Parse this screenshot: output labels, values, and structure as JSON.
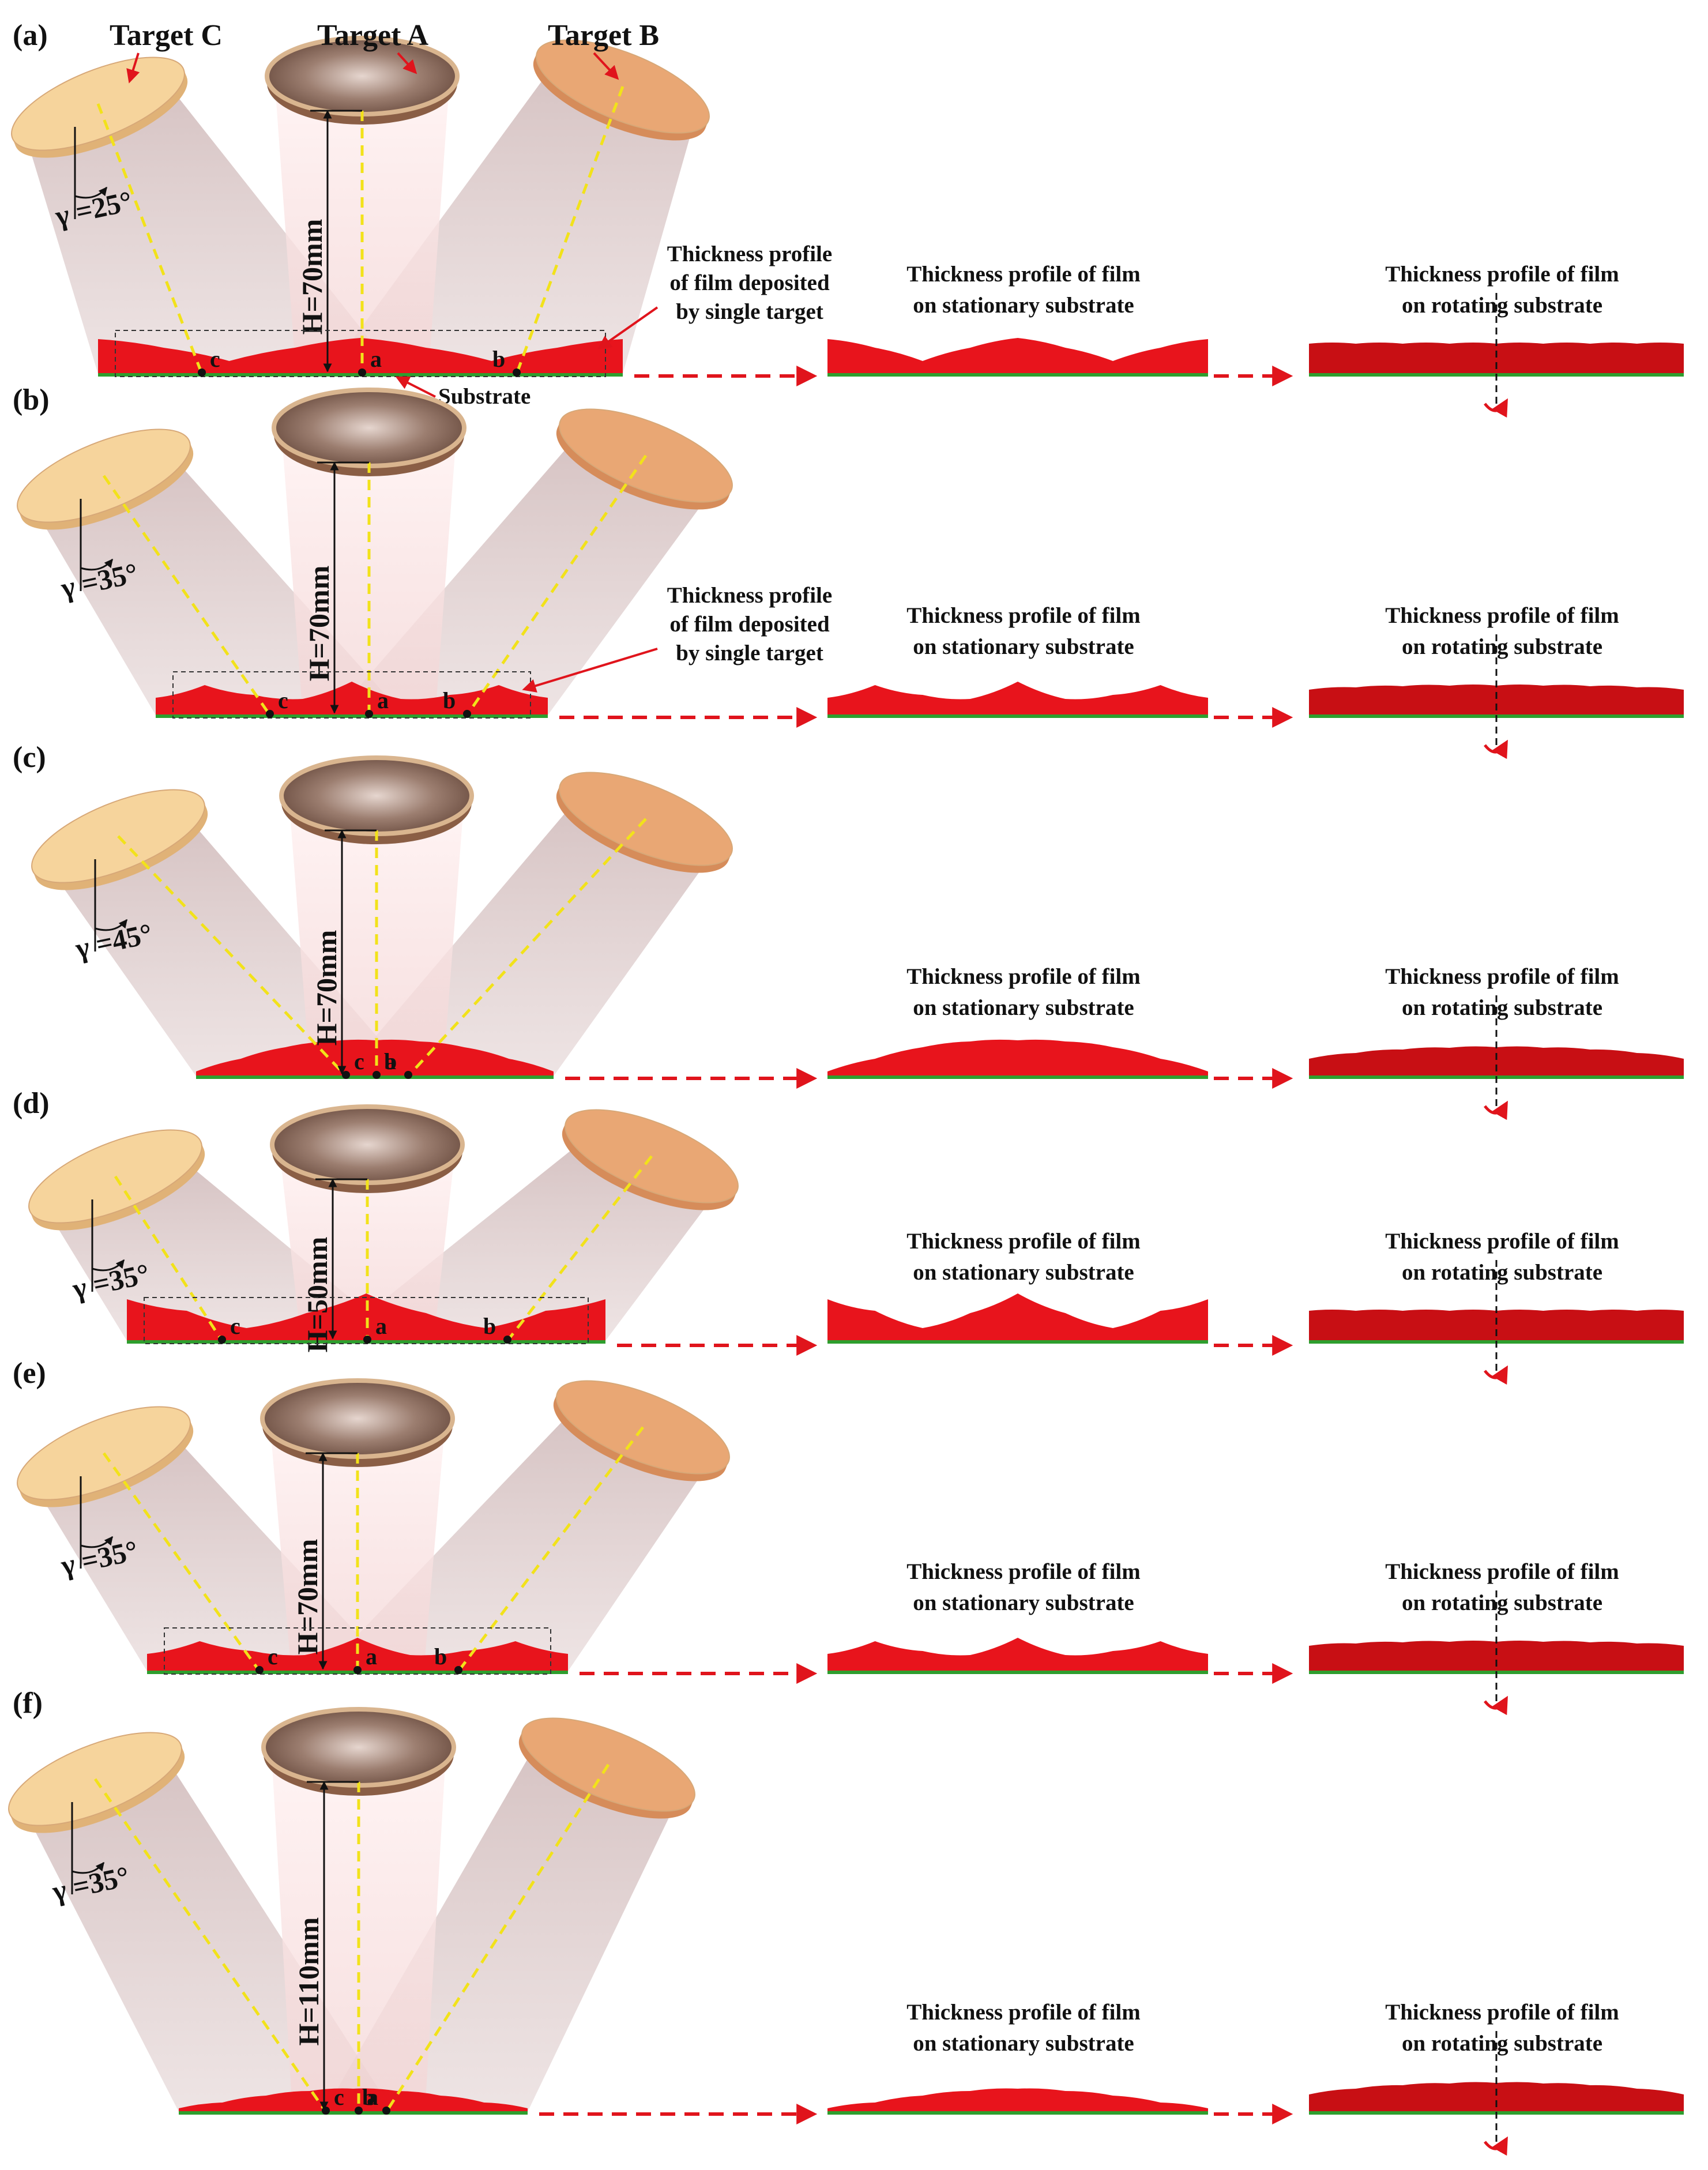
{
  "target_labels": {
    "c": "Target C",
    "a": "Target A",
    "b": "Target B"
  },
  "substrate_label": "Substrate",
  "point_labels": {
    "c": "c",
    "a": "a",
    "b": "b"
  },
  "single_target_caption": [
    "Thickness profile",
    "of film deposited",
    "by single target"
  ],
  "stationary_caption": [
    "Thickness profile of film",
    "on  stationary substrate"
  ],
  "rotating_caption": [
    "Thickness profile of film",
    "on  rotating substrate"
  ],
  "panels": [
    {
      "id": "a",
      "label": "(a)",
      "gamma": "γ =25°",
      "height": "H=70mm",
      "single_target_note": true,
      "stationary_profile": "three-humps-deep",
      "rotating_profile": "flat"
    },
    {
      "id": "b",
      "label": "(b)",
      "gamma": "γ =35°",
      "height": "H=70mm",
      "single_target_note": true,
      "stationary_profile": "three-peaks-shallow",
      "rotating_profile": "near-flat"
    },
    {
      "id": "c",
      "label": "(c)",
      "gamma": "γ =45°",
      "height": "H=70mm",
      "single_target_note": false,
      "stationary_profile": "single-dome",
      "rotating_profile": "slight-dome"
    },
    {
      "id": "d",
      "label": "(d)",
      "gamma": "γ =35°",
      "height": "H=50mm",
      "single_target_note": false,
      "stationary_profile": "three-peaks-deep",
      "rotating_profile": "flat"
    },
    {
      "id": "e",
      "label": "(e)",
      "gamma": "γ =35°",
      "height": "H=70mm",
      "single_target_note": false,
      "stationary_profile": "three-peaks-shallow",
      "rotating_profile": "near-flat"
    },
    {
      "id": "f",
      "label": "(f)",
      "gamma": "γ =35°",
      "height": "H=110mm",
      "single_target_note": false,
      "stationary_profile": "low-dome",
      "rotating_profile": "slight-dome"
    }
  ],
  "colors": {
    "film": "#e8141c",
    "film_dark": "#c80f14",
    "substrate": "#2e9e2e",
    "beam": "#c9a9a9",
    "target_light": "#f6d49c",
    "target_dark": "#e9a774",
    "magnetron": "#8a6a5a",
    "dash_line": "#f2e21a",
    "arrow": "#e0141c"
  }
}
